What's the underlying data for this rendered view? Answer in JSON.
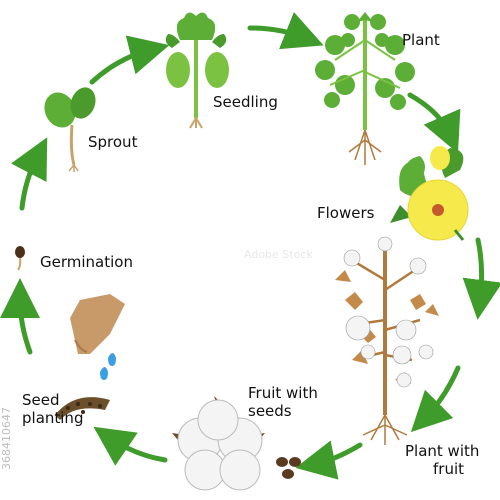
{
  "stages": [
    {
      "id": "seedling",
      "label": "Seedling"
    },
    {
      "id": "plant",
      "label": "Plant"
    },
    {
      "id": "flowers",
      "label": "Flowers"
    },
    {
      "id": "plant-with-fruit",
      "label_line1": "Plant with",
      "label_line2": "fruit"
    },
    {
      "id": "fruit-with-seeds",
      "label_line1": "Fruit with",
      "label_line2": "seeds"
    },
    {
      "id": "seed-planting",
      "label_line1": "Seed",
      "label_line2": "planting"
    },
    {
      "id": "germination",
      "label": "Germination"
    },
    {
      "id": "sprout",
      "label": "Sprout"
    }
  ],
  "watermark": {
    "id_text": "368410647",
    "brand_text": "Adobe Stock"
  },
  "colors": {
    "arrow_green": "#3f9c2a",
    "leaf_green": "#7cc242",
    "leaf_dark": "#3e8e2e",
    "stem_brown": "#b07a3c",
    "cotton_white": "#f4f4f4",
    "flower_yellow": "#f6e94b",
    "hand_tan": "#c89a6a",
    "water_blue": "#3a9fe0",
    "text_black": "#111111"
  }
}
